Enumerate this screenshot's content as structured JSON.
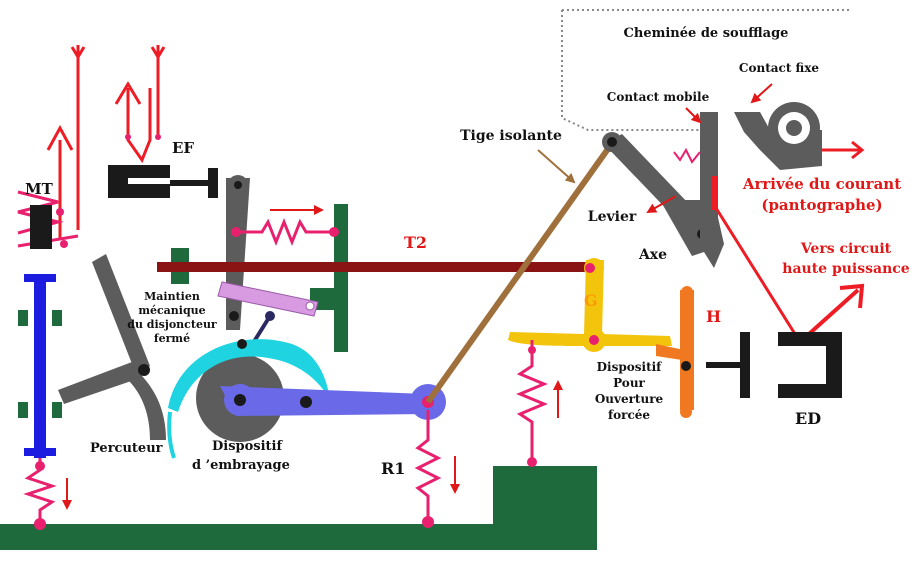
{
  "colors": {
    "ground": "#1f6a3c",
    "red": "#ee1c25",
    "spring": "#e8206e",
    "blue": "#1c1ce0",
    "gray": "#5c5c5c",
    "darkgray": "#333333",
    "brown": "#a0703c",
    "maroon": "#8a1414",
    "yellow": "#f2c40c",
    "orange": "#f07820",
    "cyan": "#1fd3e0",
    "violet": "#6a6ae8",
    "pink": "#d89ae0",
    "black": "#1a1a1a"
  },
  "labels": {
    "chimney": "Cheminée de soufflage",
    "fixed_contact": "Contact fixe",
    "mobile_contact": "Contact mobile",
    "insulating_rod": "Tige isolante",
    "lever": "Levier",
    "axis": "Axe",
    "current_in_1": "Arrivée du courant",
    "current_in_2": "(pantographe)",
    "hv_1": "Vers circuit",
    "hv_2": "haute puissance",
    "ef": "EF",
    "mt": "MT",
    "t2": "T2",
    "g": "G",
    "h": "H",
    "ed": "ED",
    "r1": "R1",
    "percuteur": "Percuteur",
    "clutch_1": "Dispositif",
    "clutch_2": "d ’embrayage",
    "hold_1": "Maintien",
    "hold_2": "mécanique",
    "hold_3": "du disjoncteur",
    "hold_4": "fermé",
    "forced_1": "Dispositif",
    "forced_2": "Pour",
    "forced_3": "Ouverture",
    "forced_4": "forcée"
  }
}
